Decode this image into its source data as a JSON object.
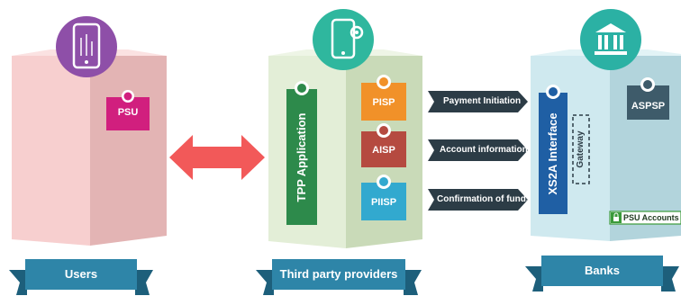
{
  "colors": {
    "users_front": "#f7cfcf",
    "users_side": "#e3b4b4",
    "users_icon": "#8e4fa8",
    "tpp_front": "#e3eed7",
    "tpp_side": "#c9dab8",
    "tpp_icon": "#2fb79e",
    "banks_front": "#cfe9ef",
    "banks_side": "#b2d4dc",
    "banks_icon": "#2bb1a4",
    "psu_tag": "#d11f7e",
    "pisp_tag": "#f19129",
    "aisp_tag": "#b54a40",
    "piisp_tag": "#32a9cf",
    "tpp_app_bar": "#2d8a4b",
    "xs2a_bar": "#1f5fa4",
    "aspsp_tag": "#3e5b6a",
    "double_arrow": "#f25959",
    "dark_arrow": "#2c3c46",
    "ribbon": "#2e85a8",
    "ribbon_fold": "#1d5f7b",
    "psu_accounts_border": "#3a9a3a"
  },
  "users": {
    "icon": "mobile-phone-icon",
    "psu_label": "PSU",
    "ribbon_label": "Users"
  },
  "tpp": {
    "icon": "mobile-gear-icon",
    "app_label": "TPP Application",
    "services": [
      {
        "label": "PISP"
      },
      {
        "label": "AISP"
      },
      {
        "label": "PIISP"
      }
    ],
    "ribbon_label": "Third party providers"
  },
  "arrows": [
    {
      "label": "Payment Initiation"
    },
    {
      "label": "Account information"
    },
    {
      "label": "Confirmation of funds"
    }
  ],
  "banks": {
    "icon": "bank-building-icon",
    "interface_label": "XS2A Interface",
    "gateway_label": "Gateway",
    "aspsp_label": "ASPSP",
    "psu_accounts_label": "PSU Accounts",
    "psu_accounts_icon": "lock-icon",
    "ribbon_label": "Banks"
  }
}
